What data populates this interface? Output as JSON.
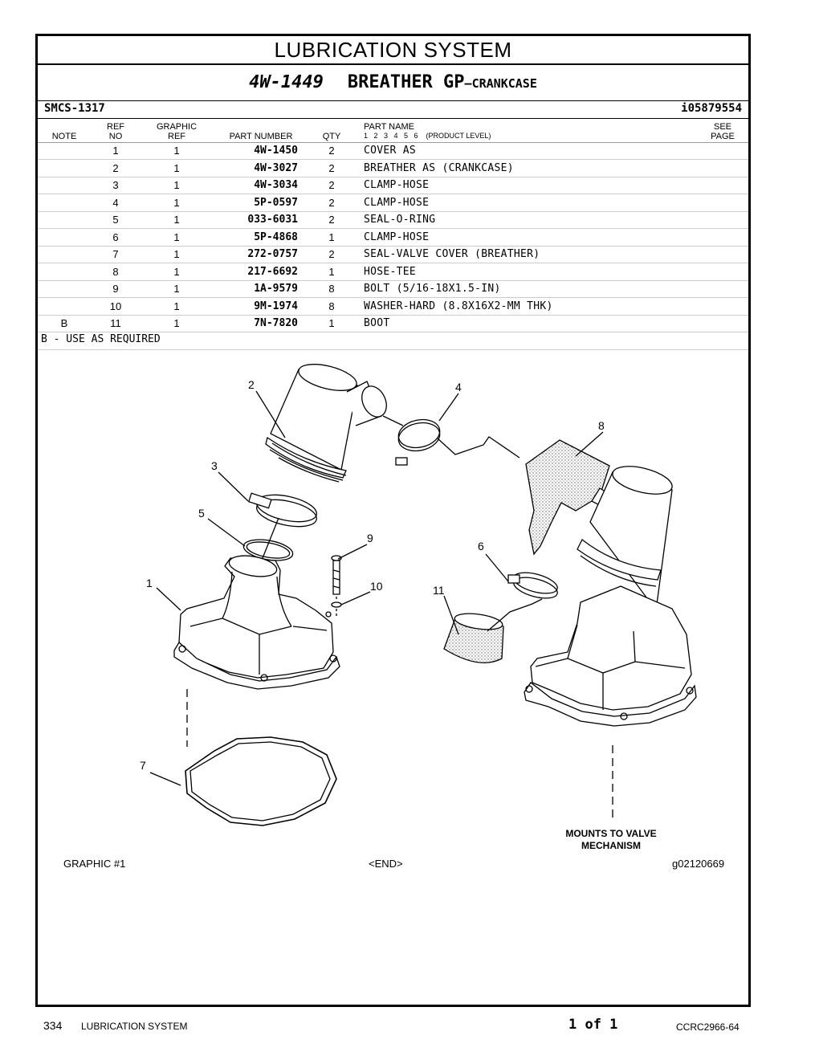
{
  "section_title": "LUBRICATION SYSTEM",
  "group": {
    "number": "4W-1449",
    "name": "BREATHER GP",
    "suffix": "—CRANKCASE"
  },
  "smcs": "SMCS-1317",
  "ident": "i05879554",
  "columns": {
    "note": "NOTE",
    "ref_top": "REF",
    "ref_bottom": "NO",
    "gref_top": "GRAPHIC",
    "gref_bottom": "REF",
    "part_number": "PART NUMBER",
    "qty": "QTY",
    "part_name_top": "PART NAME",
    "product_levels": "1   2   3   4   5   6    (PRODUCT LEVEL)",
    "see_top": "SEE",
    "see_bottom": "PAGE"
  },
  "rows": [
    {
      "note": "",
      "ref": "1",
      "gref": "1",
      "part": "4W-1450",
      "qty": "2",
      "name": "COVER AS"
    },
    {
      "note": "",
      "ref": "2",
      "gref": "1",
      "part": "4W-3027",
      "qty": "2",
      "name": "BREATHER AS (CRANKCASE)"
    },
    {
      "note": "",
      "ref": "3",
      "gref": "1",
      "part": "4W-3034",
      "qty": "2",
      "name": "CLAMP-HOSE"
    },
    {
      "note": "",
      "ref": "4",
      "gref": "1",
      "part": "5P-0597",
      "qty": "2",
      "name": "CLAMP-HOSE"
    },
    {
      "note": "",
      "ref": "5",
      "gref": "1",
      "part": "033-6031",
      "qty": "2",
      "name": "SEAL-O-RING"
    },
    {
      "note": "",
      "ref": "6",
      "gref": "1",
      "part": "5P-4868",
      "qty": "1",
      "name": "CLAMP-HOSE"
    },
    {
      "note": "",
      "ref": "7",
      "gref": "1",
      "part": "272-0757",
      "qty": "2",
      "name": "SEAL-VALVE COVER (BREATHER)"
    },
    {
      "note": "",
      "ref": "8",
      "gref": "1",
      "part": "217-6692",
      "qty": "1",
      "name": "HOSE-TEE"
    },
    {
      "note": "",
      "ref": "9",
      "gref": "1",
      "part": "1A-9579",
      "qty": "8",
      "name": "BOLT (5/16-18X1.5-IN)"
    },
    {
      "note": "",
      "ref": "10",
      "gref": "1",
      "part": "9M-1974",
      "qty": "8",
      "name": "WASHER-HARD (8.8X16X2-MM THK)"
    },
    {
      "note": "B",
      "ref": "11",
      "gref": "1",
      "part": "7N-7820",
      "qty": "1",
      "name": "BOOT"
    }
  ],
  "remark": "B - USE AS REQUIRED",
  "callouts": [
    "1",
    "2",
    "3",
    "4",
    "5",
    "6",
    "7",
    "8",
    "9",
    "10",
    "11"
  ],
  "mounts_note_line1": "MOUNTS TO VALVE",
  "mounts_note_line2": "MECHANISM",
  "graphic_label": "GRAPHIC #1",
  "end_label": "<END>",
  "graphic_id": "g02120669",
  "footer": {
    "page_number": "334",
    "section": "LUBRICATION SYSTEM",
    "pages": "1 of 1",
    "doc_id": "CCRC2966-64"
  }
}
